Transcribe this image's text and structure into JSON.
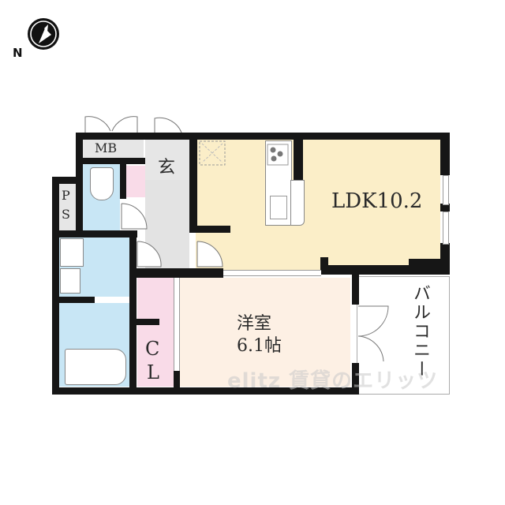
{
  "compass": {
    "north_label": "N",
    "icon": "compass-north-arrow-icon"
  },
  "rooms": {
    "mb": {
      "label": "MB",
      "color": "#e6e6e6"
    },
    "genkan": {
      "label": "玄",
      "color": "#e6e6e6"
    },
    "ps": {
      "label_top": "P",
      "label_bottom": "S",
      "color": "#e6e6e6"
    },
    "ldk": {
      "label": "LDK10.2",
      "color": "#fbeec8"
    },
    "western_room": {
      "label_line1": "洋室",
      "label_line2": "6.1帖",
      "color": "#fdf0e4"
    },
    "closet": {
      "label_top": "C",
      "label_bottom": "L",
      "color": "#f9dbe8"
    },
    "balcony": {
      "label": "バルコニー",
      "color": "#ffffff"
    },
    "toilet": {
      "color": "#c8e6f5"
    },
    "washroom": {
      "color": "#c8e6f5"
    },
    "bathroom": {
      "color": "#c8e6f5"
    },
    "hallway": {
      "color": "#e6e6e6"
    },
    "shoe_storage": {
      "color": "#f9dbe8"
    }
  },
  "colors": {
    "wall": "#161616",
    "wet_area": "#c8e6f5",
    "ldk": "#fbeec8",
    "closet": "#f9dbe8"
  },
  "watermark": {
    "text": "elitz 賃貸のエリッツ"
  }
}
